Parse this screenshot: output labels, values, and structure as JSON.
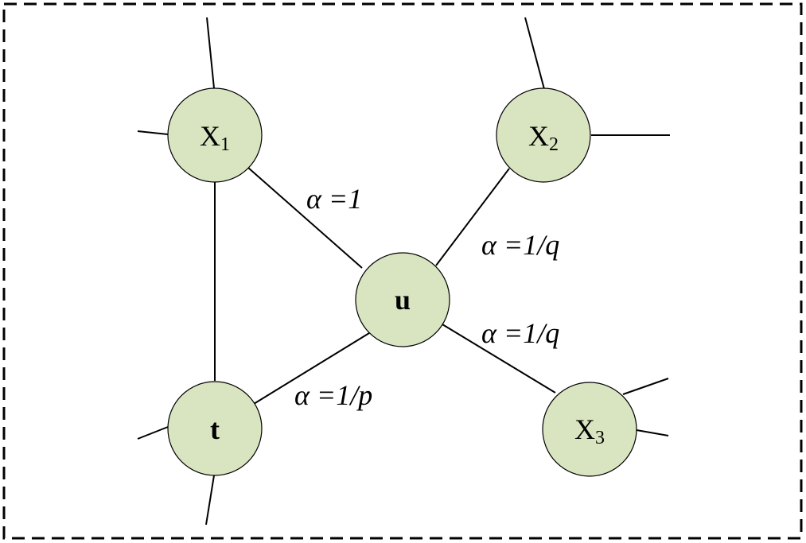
{
  "colors": {
    "node_fill": "#d9e5c1",
    "stroke": "#000000",
    "frame": "#000000",
    "background": "#ffffff"
  },
  "frame": {
    "style": "dashed"
  },
  "nodes": {
    "x1": {
      "main": "X",
      "sub": "1"
    },
    "x2": {
      "main": "X",
      "sub": "2"
    },
    "x3": {
      "main": "X",
      "sub": "3"
    },
    "u": {
      "main": "u"
    },
    "t": {
      "main": "t"
    }
  },
  "edge_labels": {
    "u_x1": "α =1",
    "u_x2": "α =1/q",
    "u_x3": "α =1/q",
    "u_t": "α =1/p"
  }
}
